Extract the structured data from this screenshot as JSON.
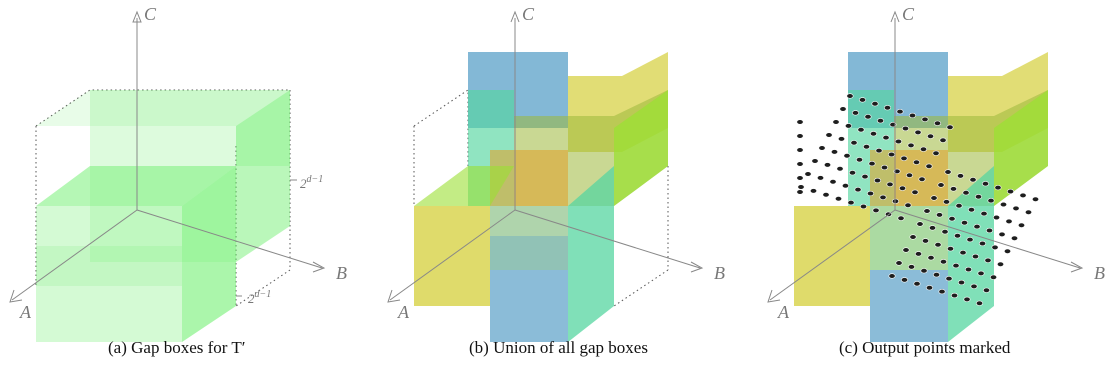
{
  "panels": [
    {
      "caption": "(a) Gap boxes for T′",
      "axis_labels": {
        "A": "A",
        "B": "B",
        "C": "C"
      },
      "tick_labels": [
        "2^{d−1}",
        "2^{d−1}"
      ]
    },
    {
      "caption": "(b) Union of all gap boxes",
      "axis_labels": {
        "A": "A",
        "B": "B",
        "C": "C"
      }
    },
    {
      "caption": "(c) Output points marked",
      "axis_labels": {
        "A": "A",
        "B": "B",
        "C": "C"
      }
    }
  ],
  "colors": {
    "green": "#66ee66",
    "blue": "#5aa0c8",
    "yellow": "#d4cf3a",
    "lime": "#9be033",
    "orange": "#e0a530",
    "teal": "#55d6a0",
    "axis": "#888888",
    "dot": "#222222"
  }
}
